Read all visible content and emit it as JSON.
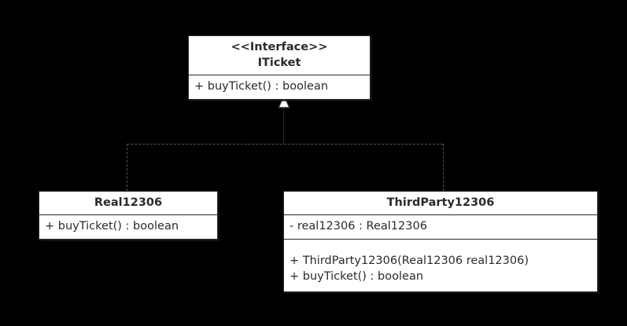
{
  "diagram": {
    "type": "uml-class-diagram",
    "background_color": "#000000",
    "box_fill_color": "#ffffff",
    "text_color": "#2b2b2b",
    "connector_color": "#555555",
    "classes": [
      {
        "id": "iticket",
        "stereotype": "<<Interface>>",
        "name": "ITicket",
        "attributes": [],
        "methods": [
          "+ buyTicket() : boolean"
        ]
      },
      {
        "id": "real12306",
        "stereotype": "",
        "name": "Real12306",
        "attributes": [],
        "methods": [
          "+ buyTicket() : boolean"
        ]
      },
      {
        "id": "thirdparty12306",
        "stereotype": "",
        "name": "ThirdParty12306",
        "attributes": [
          "- real12306 : Real12306"
        ],
        "methods": [
          "+ ThirdParty12306(Real12306 real12306)",
          "+ buyTicket() : boolean"
        ]
      }
    ],
    "relationships": [
      {
        "kind": "realization",
        "from": "Real12306",
        "to": "ITicket",
        "line_style": "dashed",
        "arrowhead": "hollow-triangle"
      },
      {
        "kind": "realization",
        "from": "ThirdParty12306",
        "to": "ITicket",
        "line_style": "dashed",
        "arrowhead": "hollow-triangle"
      }
    ]
  }
}
